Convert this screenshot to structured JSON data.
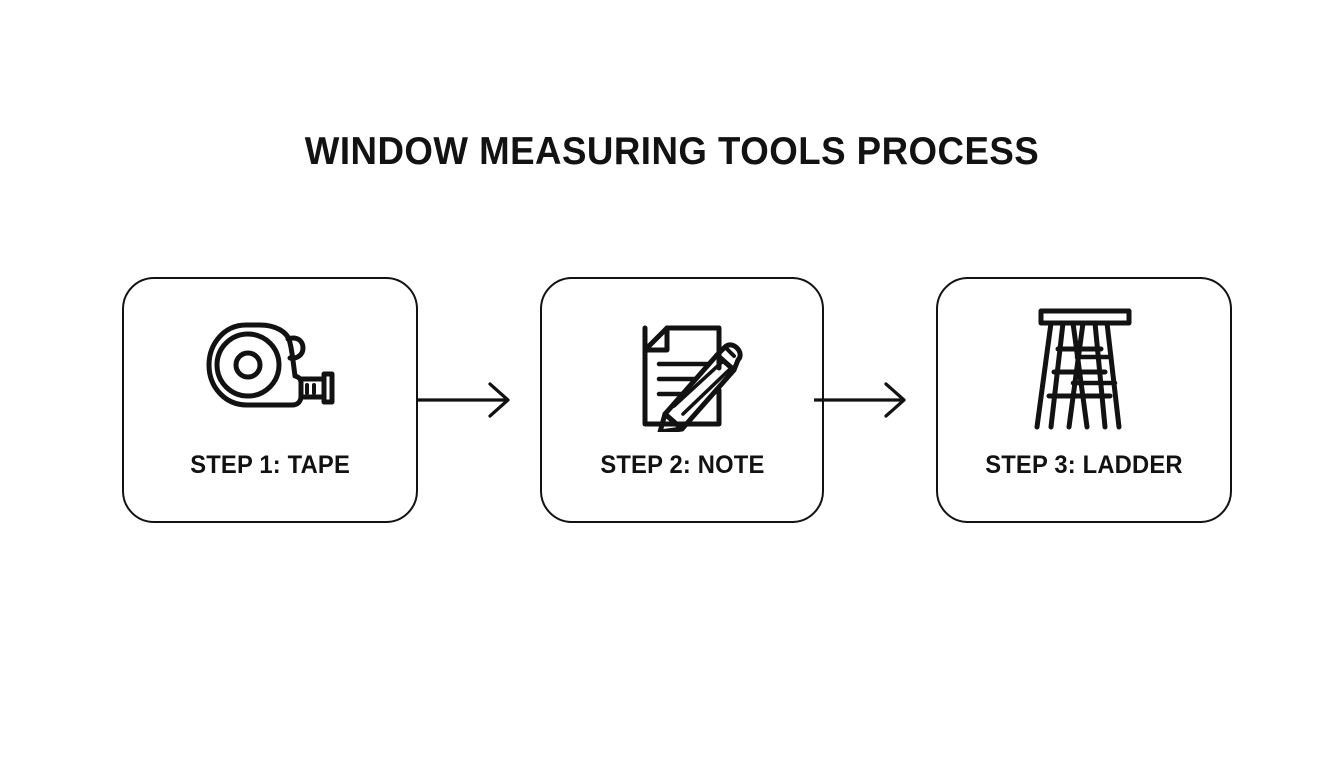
{
  "page": {
    "title": "WINDOW MEASURING TOOLS PROCESS",
    "background_color": "#ffffff",
    "stroke_color": "#121212"
  },
  "flow": {
    "steps": [
      {
        "label": "STEP 1: TAPE",
        "icon": "tape-measure-icon"
      },
      {
        "label": "STEP 2: NOTE",
        "icon": "note-with-pencil-icon"
      },
      {
        "label": "STEP 3: LADDER",
        "icon": "step-ladder-icon"
      }
    ],
    "connectors": [
      {
        "icon": "arrow-right-icon"
      },
      {
        "icon": "arrow-right-icon"
      }
    ]
  }
}
